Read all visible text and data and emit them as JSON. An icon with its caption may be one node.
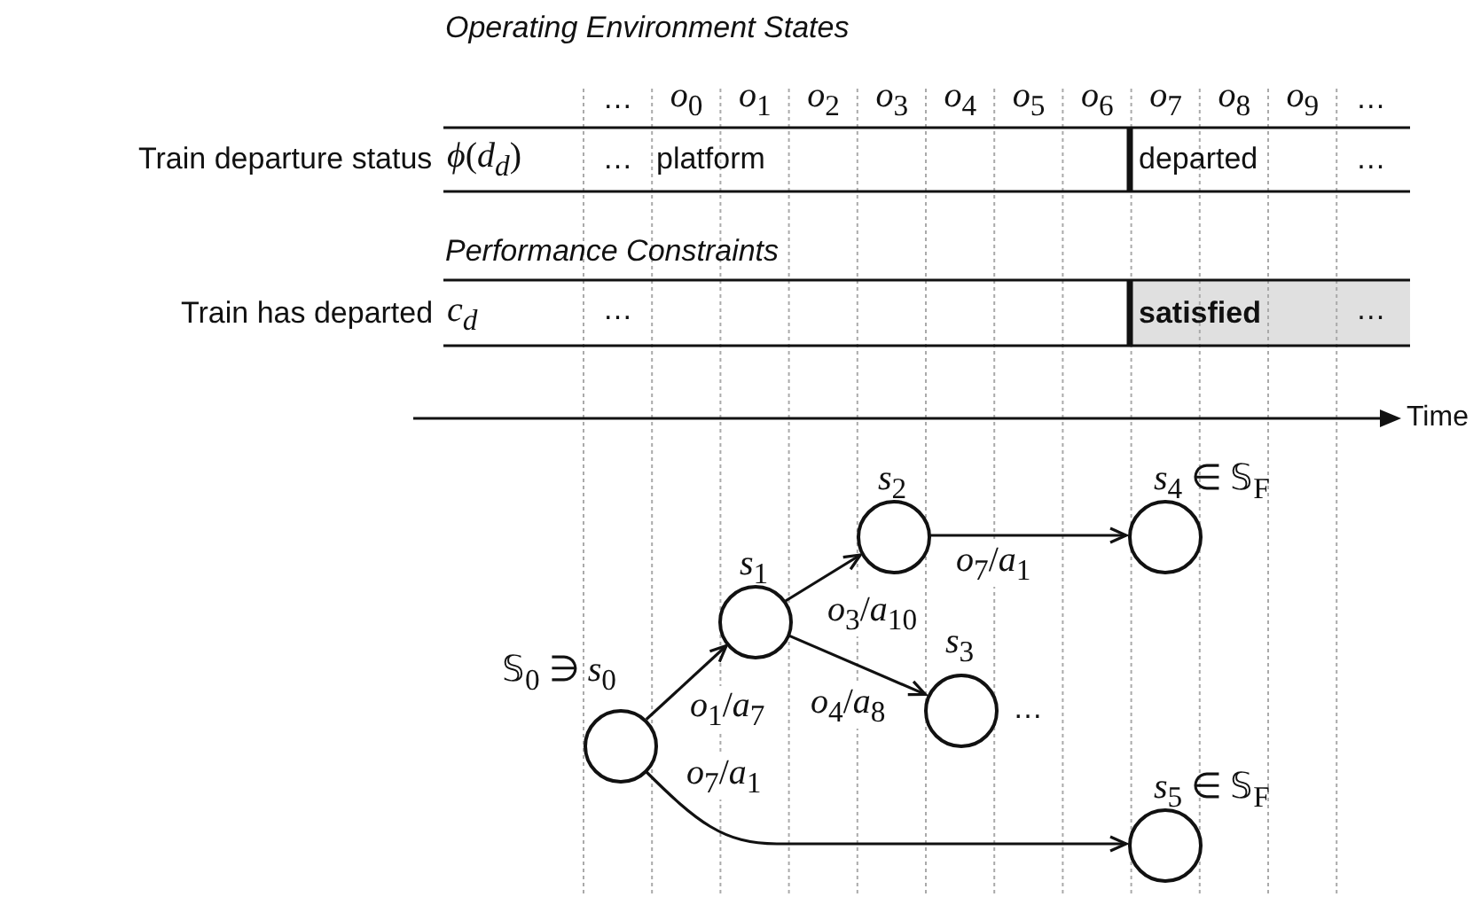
{
  "diagram": {
    "nodes": [
      {
        "text": [
          "𝕊$_{0}$ ∋ *s*$_{0}$"
        ]
      },
      {
        "text": [
          "*s*$_{1}$"
        ]
      },
      {
        "text": [
          "*s*$_{2}$"
        ]
      },
      {
        "text": [
          "*s*$_{3}$"
        ],
        "beside": [
          "…"
        ]
      },
      {
        "text": [
          "*s*$_{4}$ ∈ 𝕊$_{F}$"
        ]
      },
      {
        "text": [
          "*s*$_{5}$ ∈ 𝕊$_{F}$"
        ]
      }
    ],
    "edges": [
      {
        "from": 0,
        "to": 1,
        "arrow": "to",
        "label": "*o*$_{1}$/*a*$_{7}$"
      },
      {
        "from": 1,
        "to": 2,
        "arrow": "to",
        "label": "*o*$_{3}$/*a*$_{10}$"
      },
      {
        "from": 1,
        "to": 3,
        "arrow": "to",
        "label": "*o*$_{4}$/*a*$_{8}$"
      },
      {
        "from": 2,
        "to": 4,
        "arrow": "to",
        "label": "*o*$_{7}$/*a*$_{1}$"
      },
      {
        "from": 0,
        "to": 5,
        "arrow": "to",
        "label": "*o*$_{7}$/*a*$_{1}$"
      }
    ],
    "labels": [
      "Operating Environment States",
      "…",
      "*o*$_{0}$",
      "*o*$_{1}$",
      "*o*$_{2}$",
      "*o*$_{3}$",
      "*o*$_{4}$",
      "*o*$_{5}$",
      "*o*$_{6}$",
      "*o*$_{7}$",
      "*o*$_{8}$",
      "*o*$_{9}$",
      "…",
      "Train departure status",
      "*ϕ*(*d*$_{d}$)",
      "…",
      "platform",
      "departed",
      "…",
      "Performance Constraints",
      "Train has departed",
      "*c*$_{d}$",
      "…",
      "satisfied",
      "…",
      "Time"
    ]
  }
}
